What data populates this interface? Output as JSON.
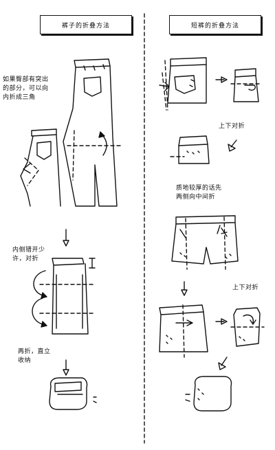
{
  "left": {
    "title": "裤子的折叠方法",
    "note_1": "如果臀部有突出\n的部分，可以向\n内折成三角",
    "note_2": "内侧错开少\n许，对折",
    "note_3": "再折，直立\n收纳"
  },
  "right": {
    "title": "短裤的折叠方法",
    "note_1": "上下对折",
    "note_2": "质地较厚的话先\n两侧向中间折",
    "note_3": "上下对折"
  }
}
